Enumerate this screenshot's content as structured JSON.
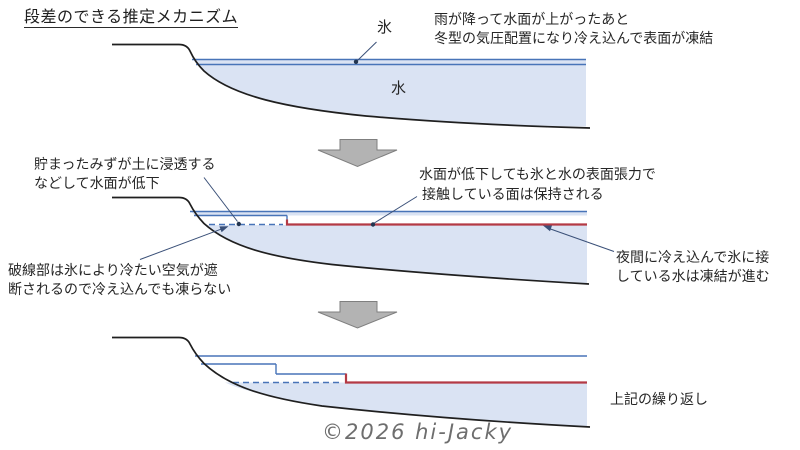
{
  "title": "段差のできる推定メカニズム",
  "panels": {
    "top": {
      "ice_label": "氷",
      "water_label": "水",
      "annotation_line1": "雨が降って水面が上がったあと",
      "annotation_line2": "冬型の気圧配置になり冷え込んで表面が凍結"
    },
    "middle": {
      "left_note_line1": "貯まったみずが土に浸透する",
      "left_note_line2": "などして水面が低下",
      "surface_note_line1": "水面が低下しても氷と水の表面張力で",
      "surface_note_line2": "接触している面は保持される",
      "dashed_note_line1": "破線部は氷により冷たい空気が遮",
      "dashed_note_line2": "断されるので冷え込んでも凍らない",
      "night_note_line1": "夜間に冷え込んで氷に接",
      "night_note_line2": "している水は凍結が進む"
    },
    "bottom": {
      "repeat_note": "上記の繰り返し"
    }
  },
  "copyright": "©2026 hi-Jacky",
  "colors": {
    "ice_line": "#4874b8",
    "water_fill": "#dae3f3",
    "new_ice_line": "#b43a45",
    "arrow_fill": "#b3b3b3",
    "leader": "#3a5078"
  }
}
